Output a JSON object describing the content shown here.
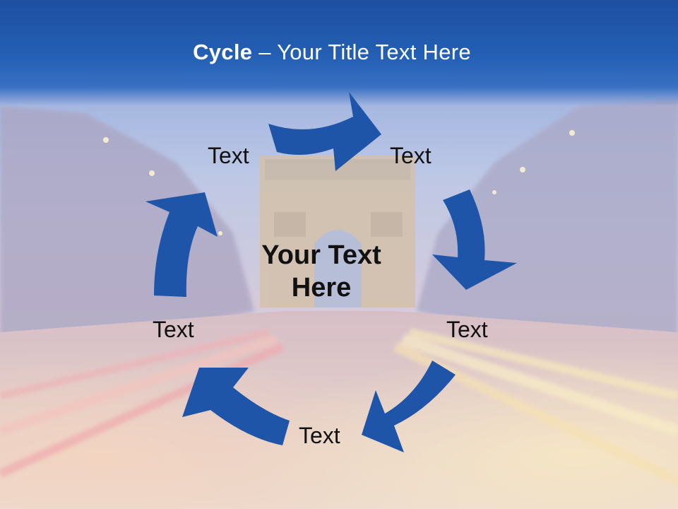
{
  "slide": {
    "title_bold": "Cycle",
    "title_rest": " – Your Title Text Here",
    "center_text_line1": "Your Text",
    "center_text_line2": "Here"
  },
  "cycle_steps": [
    {
      "label": "Text"
    },
    {
      "label": "Text"
    },
    {
      "label": "Text"
    },
    {
      "label": "Text"
    },
    {
      "label": "Text"
    }
  ],
  "colors": {
    "title_bar": "#2460b5",
    "arrow": "#1f55a8",
    "label_text": "#111111",
    "title_text": "#ffffff"
  },
  "background": {
    "description_icon": "city-street-night-photo-icon"
  }
}
